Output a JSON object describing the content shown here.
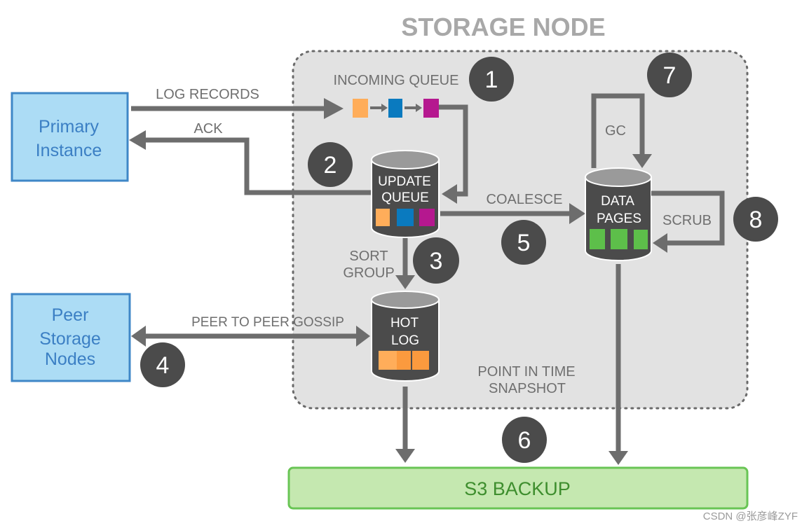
{
  "title": "STORAGE NODE",
  "boxes": {
    "primary_instance": [
      "Primary",
      "Instance"
    ],
    "peer_storage_nodes": [
      "Peer",
      "Storage",
      "Nodes"
    ],
    "s3_backup": "S3 BACKUP"
  },
  "labels": {
    "log_records": "LOG RECORDS",
    "ack": "ACK",
    "incoming_queue": "INCOMING QUEUE",
    "coalesce": "COALESCE",
    "gc": "GC",
    "scrub": "SCRUB",
    "sort": "SORT",
    "group": "GROUP",
    "peer_gossip": "PEER TO PEER GOSSIP",
    "point_in_time": "POINT IN TIME",
    "snapshot": "SNAPSHOT"
  },
  "cylinders": {
    "update_queue": [
      "UPDATE",
      "QUEUE"
    ],
    "data_pages": [
      "DATA",
      "PAGES"
    ],
    "hot_log": [
      "HOT",
      "LOG"
    ]
  },
  "steps": [
    "1",
    "2",
    "3",
    "4",
    "5",
    "6",
    "7",
    "8"
  ],
  "colors": {
    "orange": "#ffad5a",
    "blue": "#0a7abf",
    "magenta": "#b5188f",
    "green": "#5dbf4a",
    "box_fill": "#acdcf5",
    "box_border": "#3f87c7",
    "s3_fill": "#c5e8b0",
    "s3_border": "#69c555",
    "node_bg": "#e2e2e2",
    "dark": "#4b4b4b"
  },
  "watermark": "CSDN @张彦峰ZYF"
}
